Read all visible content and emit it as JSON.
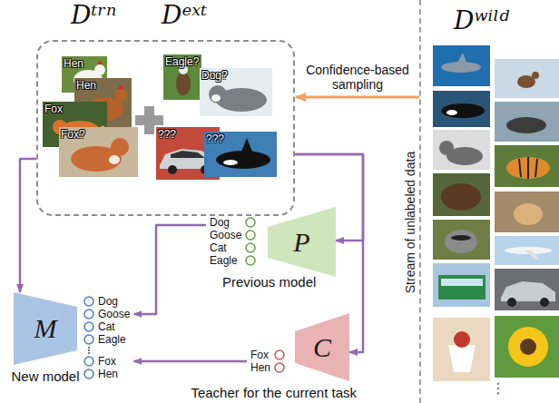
{
  "diagram": {
    "nodes": [
      {
        "text": [
          "Dᵗʳⁿ",
          "Dᵉˣᵗ"
        ]
      },
      {
        "text": [
          "Hen"
        ],
        "in": 0
      },
      {
        "text": [
          "Hen"
        ],
        "in": 0
      },
      {
        "text": [
          "Fox"
        ],
        "in": 0
      },
      {
        "text": [
          "Fox?"
        ],
        "in": 0
      },
      {
        "text": [
          "Eagle?"
        ],
        "in": 0
      },
      {
        "text": [
          "Dog?"
        ],
        "in": 0
      },
      {
        "text": [
          "???"
        ],
        "in": 0
      },
      {
        "text": [
          "???"
        ],
        "in": 0
      },
      {
        "text": [
          "Dʷⁱˡᵈ",
          "Stream of unlabeled data"
        ]
      },
      {
        "text": [
          "M",
          "New model"
        ]
      },
      {
        "text": [
          "Dog",
          "Goose",
          "Cat",
          "Eagle",
          "Fox",
          "Hen"
        ]
      },
      {
        "text": [
          "P",
          "Previous model"
        ]
      },
      {
        "text": [
          "Dog",
          "Goose",
          "Cat",
          "Eagle"
        ]
      },
      {
        "text": [
          "C",
          "Teacher for the current task"
        ]
      },
      {
        "text": [
          "Fox",
          "Hen"
        ]
      }
    ],
    "edges": [
      {
        "from": 9,
        "to": 0,
        "arrow": "to",
        "label": "Confidence-based sampling"
      },
      {
        "from": 0,
        "to": 10,
        "arrow": "to"
      },
      {
        "from": 0,
        "to": 12,
        "arrow": "to"
      },
      {
        "from": 0,
        "to": 14,
        "arrow": "to"
      },
      {
        "from": 13,
        "to": 11,
        "arrow": "to"
      },
      {
        "from": 15,
        "to": 11,
        "arrow": "to"
      }
    ],
    "labels": [
      "⋮"
    ]
  }
}
